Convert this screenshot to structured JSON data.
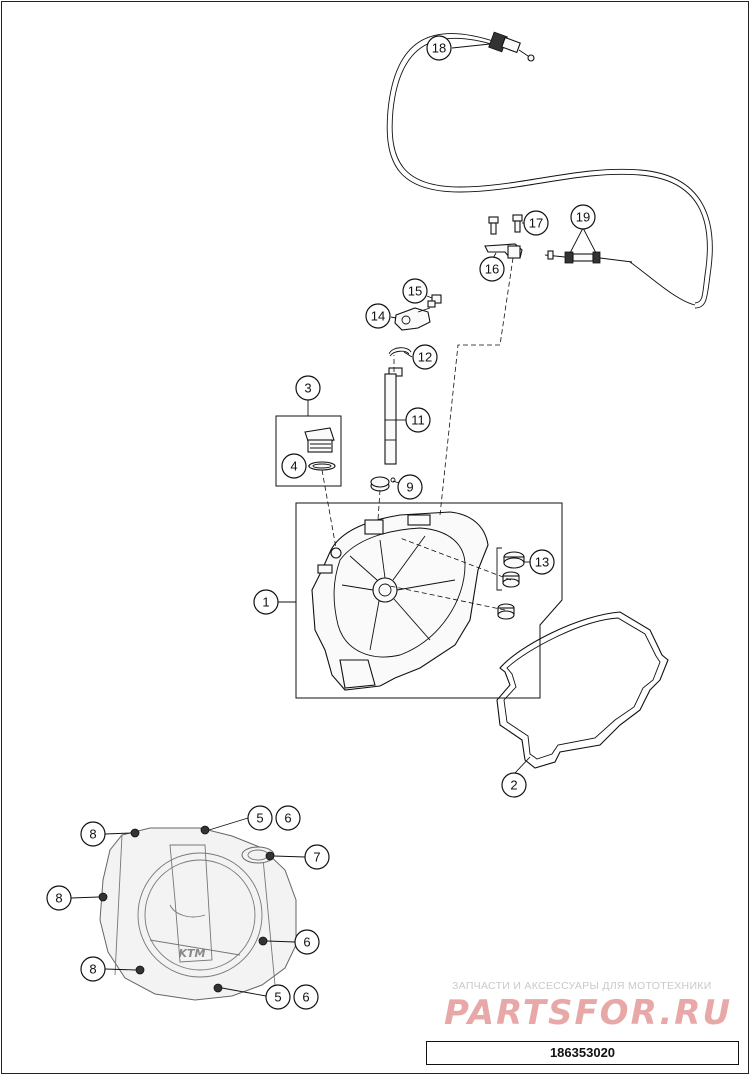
{
  "diagram": {
    "callouts": {
      "c1": "1",
      "c2": "2",
      "c3": "3",
      "c4": "4",
      "c5a": "5",
      "c5b": "5",
      "c6a": "6",
      "c6b": "6",
      "c6c": "6",
      "c7": "7",
      "c8a": "8",
      "c8b": "8",
      "c8c": "8",
      "c9": "9",
      "c11": "11",
      "c12": "12",
      "c13": "13",
      "c14": "14",
      "c15": "15",
      "c16": "16",
      "c17": "17",
      "c18": "18",
      "c19": "19"
    },
    "logo_text": "KTM"
  },
  "watermark": {
    "tagline": "ЗАПЧАСТИ И АКСЕССУАРЫ ДЛЯ МОТОТЕХНИКИ",
    "brand": "PARTSFOR.RU"
  },
  "diagram_number": "186353020"
}
